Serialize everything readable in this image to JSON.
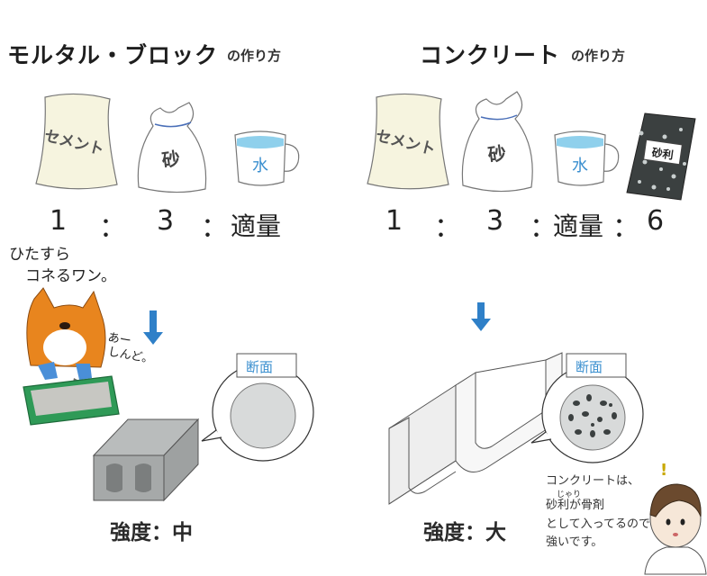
{
  "mortar": {
    "title": "モルタル・ブロック",
    "title_suffix": "の作り方",
    "bag_cement": "セメント",
    "bag_sand": "砂",
    "jug_water": "水",
    "ratio": [
      "1",
      "：",
      "3",
      "：",
      "適量"
    ],
    "strength": "強度：中",
    "section_label": "断面"
  },
  "concrete": {
    "title": "コンクリート",
    "title_suffix": "の作り方",
    "bag_cement": "セメント",
    "bag_sand": "砂",
    "jug_water": "水",
    "bag_gravel": "砂利",
    "ratio": [
      "1",
      "：",
      "3",
      "：",
      "適量",
      "：",
      "6"
    ],
    "strength": "強度：大",
    "section_label": "断面"
  },
  "dog": {
    "caption_line1": "ひたすら",
    "caption_line2": "コネるワン。",
    "sigh_line1": "あー",
    "sigh_line2": "しんど。"
  },
  "person": {
    "exclaim": "!",
    "furigana": "じゃり",
    "note_lines": [
      "コンクリートは、",
      "砂利が骨剤",
      "として入ってるので、",
      "強いです。"
    ]
  },
  "colors": {
    "arrow": "#2f80c8",
    "dog_fur": "#e8851e",
    "tray": "#2f9a57",
    "water": "#7fc8e8",
    "label_blue": "#3a8fcf"
  }
}
